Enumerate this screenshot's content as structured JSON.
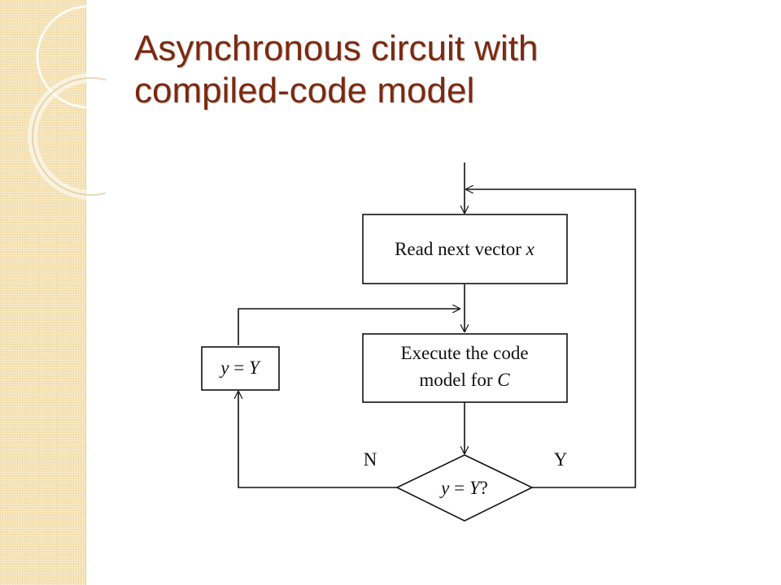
{
  "slide": {
    "title_line1": "Asynchronous circuit with",
    "title_line2": "compiled-code model"
  },
  "flowchart": {
    "read_box": {
      "prefix": "Read next vector ",
      "var": "x"
    },
    "execute_box": {
      "line1": "Execute the code",
      "line2_prefix": "model for ",
      "line2_var": "C"
    },
    "assign_box": {
      "lhs": "y",
      "eq": " = ",
      "rhs": "Y"
    },
    "decision": {
      "lhs": "y",
      "eq": " = ",
      "rhs": "Y",
      "suffix": "?"
    },
    "branch_no": "N",
    "branch_yes": "Y"
  },
  "colors": {
    "title": "#7a2a10",
    "side_band": "#f6e3b4",
    "lines": "#111111"
  }
}
